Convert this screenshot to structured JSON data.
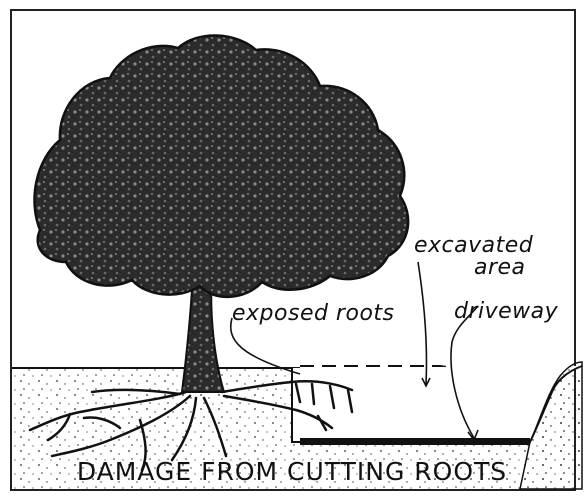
{
  "labels": {
    "excavated_line1": "excavated",
    "excavated_line2": "area",
    "exposed_roots": "exposed roots",
    "driveway": "driveway"
  },
  "caption": "DAMAGE FROM CUTTING ROOTS"
}
